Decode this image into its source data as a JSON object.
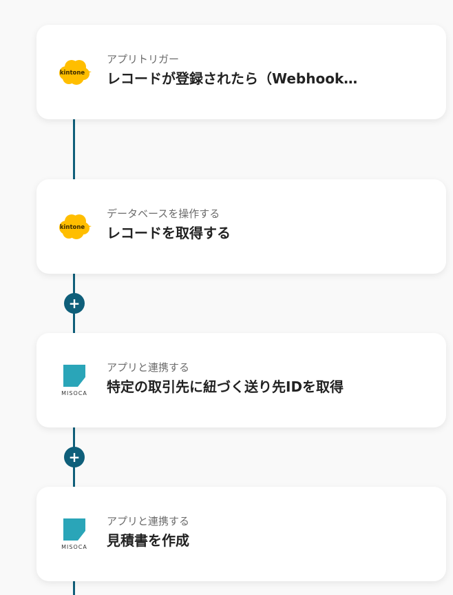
{
  "steps": [
    {
      "subtitle": "アプリトリガー",
      "title": "レコードが登録されたら（Webhook…",
      "app": "kintone"
    },
    {
      "subtitle": "データベースを操作する",
      "title": "レコードを取得する",
      "app": "kintone"
    },
    {
      "subtitle": "アプリと連携する",
      "title": "特定の取引先に紐づく送り先IDを取得",
      "app": "misoca"
    },
    {
      "subtitle": "アプリと連携する",
      "title": "見積書を作成",
      "app": "misoca"
    }
  ],
  "add_label": "+",
  "colors": {
    "connector": "#0f5f7a",
    "kintone_yellow": "#FFBE00",
    "misoca_teal": "#2AA5B8",
    "background": "#f9f9f9"
  }
}
